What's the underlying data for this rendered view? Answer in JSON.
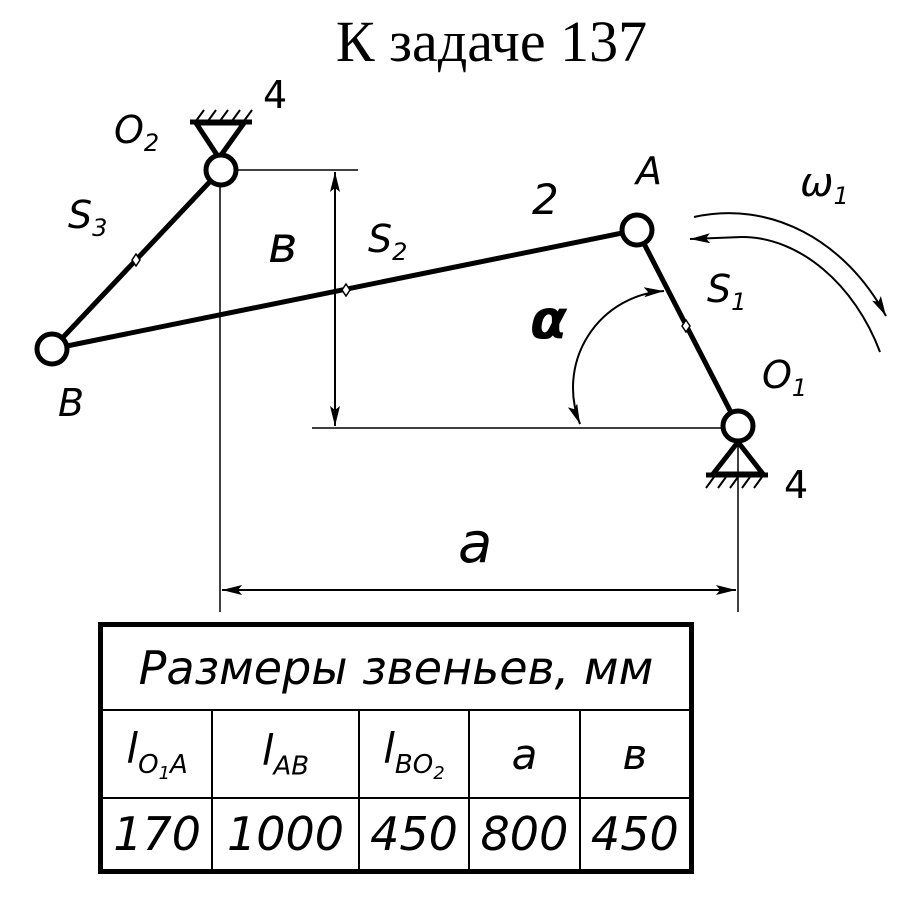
{
  "title": "К задаче 137",
  "labels": {
    "o2": "O",
    "o2_sub": "2",
    "o1": "O",
    "o1_sub": "1",
    "a_point": "A",
    "b_point": "B",
    "ground_o2": "4",
    "ground_o1": "4",
    "link2": "2",
    "s1": "S",
    "s1_sub": "1",
    "s2": "S",
    "s2_sub": "2",
    "s3": "S",
    "s3_sub": "3",
    "omega": "ω",
    "omega_sub": "1",
    "alpha": "α",
    "dim_a": "a",
    "dim_b": "в"
  },
  "table": {
    "caption": "Размеры звеньев, мм",
    "headers": [
      {
        "main": "l",
        "sub": "O",
        "subsub": "1",
        "tail": "A"
      },
      {
        "main": "l",
        "sub": "AB",
        "subsub": "",
        "tail": ""
      },
      {
        "main": "l",
        "sub": "BO",
        "subsub": "2",
        "tail": ""
      },
      {
        "main": "a",
        "sub": "",
        "subsub": "",
        "tail": ""
      },
      {
        "main": "в",
        "sub": "",
        "subsub": "",
        "tail": ""
      }
    ],
    "values": [
      "170",
      "1000",
      "450",
      "800",
      "450"
    ]
  }
}
